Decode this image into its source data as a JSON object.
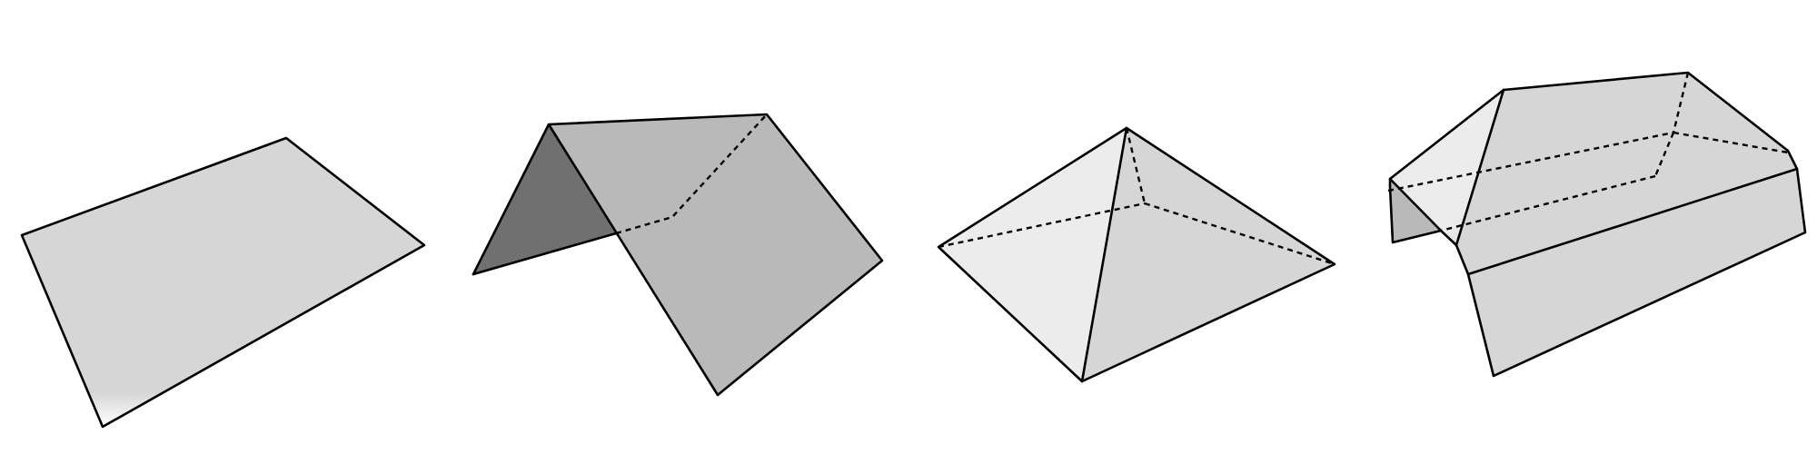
{
  "figure": {
    "background": "#ffffff",
    "shapes": [
      {
        "name": "flat-roof-shape"
      },
      {
        "name": "gable-roof-shape"
      },
      {
        "name": "pyramid-hip-roof-shape"
      },
      {
        "name": "hip-roof-shape"
      }
    ],
    "colors": {
      "outline": "#000000",
      "light_face": "#ececec",
      "mid_face": "#d6d6d6",
      "grey_face": "#b9b9b9",
      "dark_face": "#707070"
    }
  }
}
